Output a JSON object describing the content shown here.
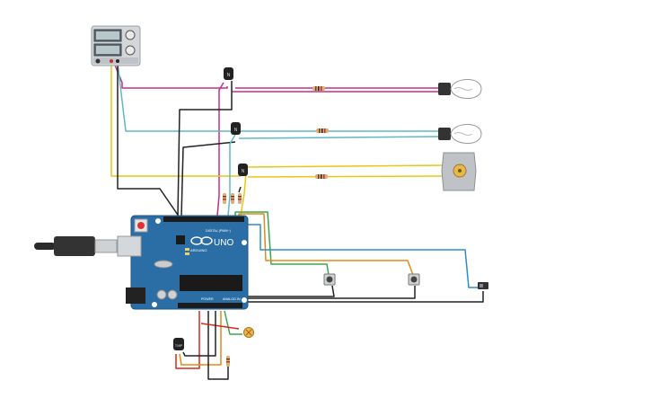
{
  "board": {
    "brand": "UNO",
    "maker": "ARDUINO",
    "digital_label": "DIGITAL (PWM~)",
    "power_label": "POWER",
    "analog_label": "ANALOG IN"
  },
  "transistors": [
    {
      "id": "q1",
      "marking": "N"
    },
    {
      "id": "q2",
      "marking": "N"
    },
    {
      "id": "q3",
      "marking": "N"
    }
  ],
  "temp_sensor": {
    "marking": "TMP"
  },
  "colors": {
    "background": "#ffffff",
    "board": "#2b6ea6",
    "wire_magenta": "#c0308a",
    "wire_cyan": "#5fb8c6",
    "wire_yellow": "#e6c619",
    "wire_black": "#222222",
    "wire_green": "#3aa84a",
    "wire_orange": "#e08a1a",
    "wire_blue": "#2a8fc8",
    "wire_red": "#d6281c"
  },
  "components": [
    "power-supply",
    "arduino-uno",
    "usb-cable",
    "light-bulb",
    "light-bulb",
    "dc-motor",
    "pushbutton",
    "pushbutton",
    "slide-switch",
    "temperature-sensor",
    "photoresistor"
  ]
}
